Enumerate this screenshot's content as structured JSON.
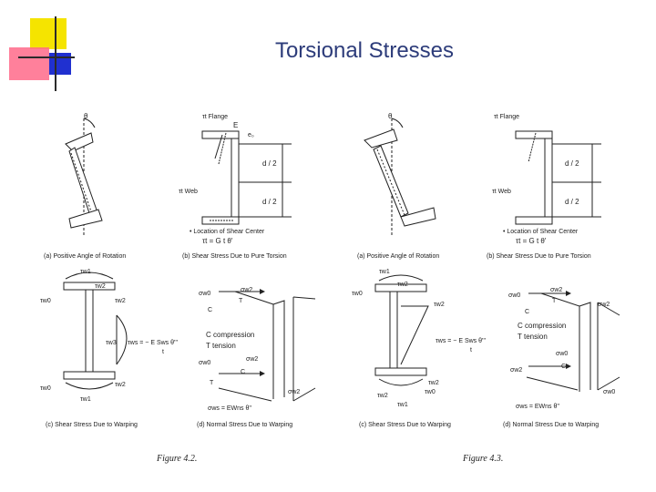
{
  "title": "Torsional Stresses",
  "colors": {
    "title": "#2d3c7a",
    "accent_yellow": "#f5e400",
    "accent_pink": "#ff6a8a",
    "accent_blue": "#2030d0"
  },
  "left": {
    "labels": {
      "theta": "θ",
      "tau_t_flange": "τt Flange",
      "E": "E",
      "e0": "e₀",
      "d2_top": "d / 2",
      "d2_bot": "d / 2",
      "tau_t_web": "τt Web",
      "shear_center": "• Location of Shear Center",
      "tau_formula": "τt = G t θ'",
      "cap_a": "(a) Positive Angle of Rotation",
      "cap_b": "(b) Shear Stress Due to Pure Torsion",
      "tau_w1_top": "τw1",
      "tau_w2_top": "τw2",
      "tau_w0_top": "τw0",
      "tau_w2_right": "τw2",
      "tau_w3": "τw3",
      "tau_ws_formula": "τws = − E Sws θ'''",
      "t_div": "t",
      "tau_w0_bot": "τw0",
      "tau_w2_bot": "τw2",
      "tau_w1_bot": "τw1",
      "sig_w0": "σw0",
      "sig_w2_top": "σw2",
      "T_top": "T",
      "C_top": "C",
      "compression": "C compression",
      "tension": "T tension",
      "sig_w0_b": "σw0",
      "sig_w2_mid": "σw2",
      "C_bot": "C",
      "T_bot": "T",
      "sig_w2_right": "σw2",
      "sig_formula": "σws = EWns θ''",
      "cap_c": "(c) Shear Stress Due to Warping",
      "cap_d": "(d) Normal Stress Due to Warping",
      "figure": "Figure 4.2."
    }
  },
  "right": {
    "labels": {
      "theta": "θ",
      "tau_t_flange": "τt Flange",
      "d2_top": "d / 2",
      "d2_bot": "d / 2",
      "tau_t_web": "τt Web",
      "shear_center": "• Location of Shear Center",
      "tau_formula": "τt = G t θ'",
      "cap_a": "(a) Positive Angle of Rotation",
      "cap_b": "(b) Shear Stress Due to Pure Torsion",
      "tau_w1_top": "τw1",
      "tau_w2_top": "τw2",
      "tau_w0_top": "τw0",
      "tau_w2_mid": "τw2",
      "tau_ws_formula": "τws = − E Sws θ'''",
      "t_div": "t",
      "tau_w2_b": "τw2",
      "tau_w0_b": "τw0",
      "tau_w1_bot": "τw1",
      "tau_w2_bot": "τw2",
      "sig_w0": "σw0",
      "sig_w2_top": "σw2",
      "T_top": "T",
      "C_top": "C",
      "compression": "C compression",
      "tension": "T tension",
      "sig_w0_mid": "σw0",
      "sig_w2_low": "σw2",
      "C_bot": "C",
      "sig_w2_right": "σw2",
      "sig_w0_right": "σw0",
      "sig_formula": "σws = EWns θ''",
      "cap_c": "(c) Shear Stress Due to Warping",
      "cap_d": "(d) Normal Stress Due to Warping",
      "figure": "Figure 4.3."
    }
  }
}
